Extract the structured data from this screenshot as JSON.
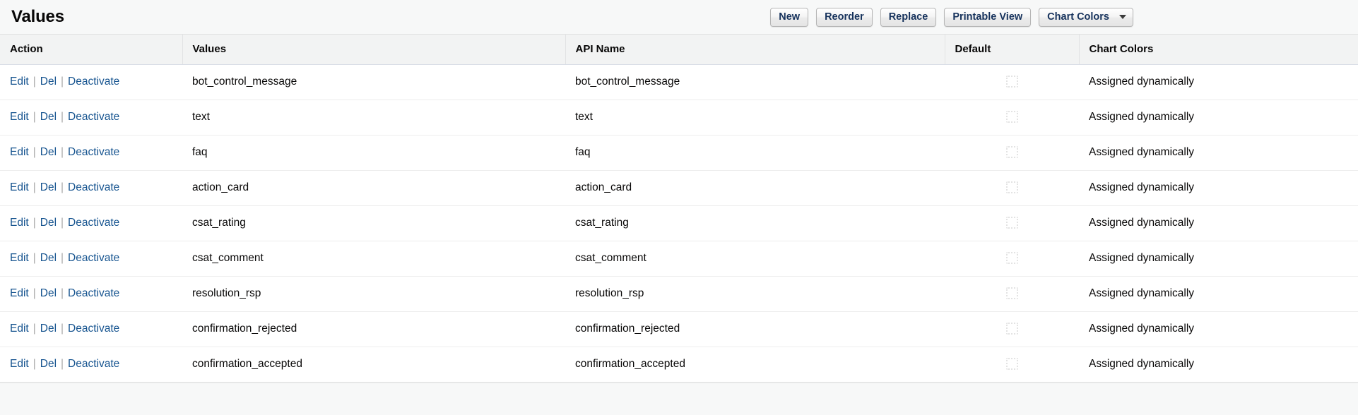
{
  "header": {
    "title": "Values"
  },
  "toolbar": {
    "new_label": "New",
    "reorder_label": "Reorder",
    "replace_label": "Replace",
    "printable_view_label": "Printable View",
    "chart_colors_label": "Chart Colors",
    "chart_colors_caret": "chevron-down-icon"
  },
  "table": {
    "columns": [
      {
        "key": "action",
        "label": "Action"
      },
      {
        "key": "values",
        "label": "Values"
      },
      {
        "key": "api_name",
        "label": "API Name"
      },
      {
        "key": "default",
        "label": "Default"
      },
      {
        "key": "chart_colors",
        "label": "Chart Colors"
      }
    ],
    "row_actions": {
      "edit": "Edit",
      "del": "Del",
      "deactivate": "Deactivate",
      "separator": "|"
    },
    "rows": [
      {
        "values": "bot_control_message",
        "api_name": "bot_control_message",
        "default": false,
        "chart_colors": "Assigned dynamically"
      },
      {
        "values": "text",
        "api_name": "text",
        "default": false,
        "chart_colors": "Assigned dynamically"
      },
      {
        "values": "faq",
        "api_name": "faq",
        "default": false,
        "chart_colors": "Assigned dynamically"
      },
      {
        "values": "action_card",
        "api_name": "action_card",
        "default": false,
        "chart_colors": "Assigned dynamically"
      },
      {
        "values": "csat_rating",
        "api_name": "csat_rating",
        "default": false,
        "chart_colors": "Assigned dynamically"
      },
      {
        "values": "csat_comment",
        "api_name": "csat_comment",
        "default": false,
        "chart_colors": "Assigned dynamically"
      },
      {
        "values": "resolution_rsp",
        "api_name": "resolution_rsp",
        "default": false,
        "chart_colors": "Assigned dynamically"
      },
      {
        "values": "confirmation_rejected",
        "api_name": "confirmation_rejected",
        "default": false,
        "chart_colors": "Assigned dynamically"
      },
      {
        "values": "confirmation_accepted",
        "api_name": "confirmation_accepted",
        "default": false,
        "chart_colors": "Assigned dynamically"
      }
    ]
  },
  "colors": {
    "link": "#15538f",
    "header_bg": "#f2f3f3",
    "page_bg": "#f7f8f8",
    "text": "#080707"
  }
}
